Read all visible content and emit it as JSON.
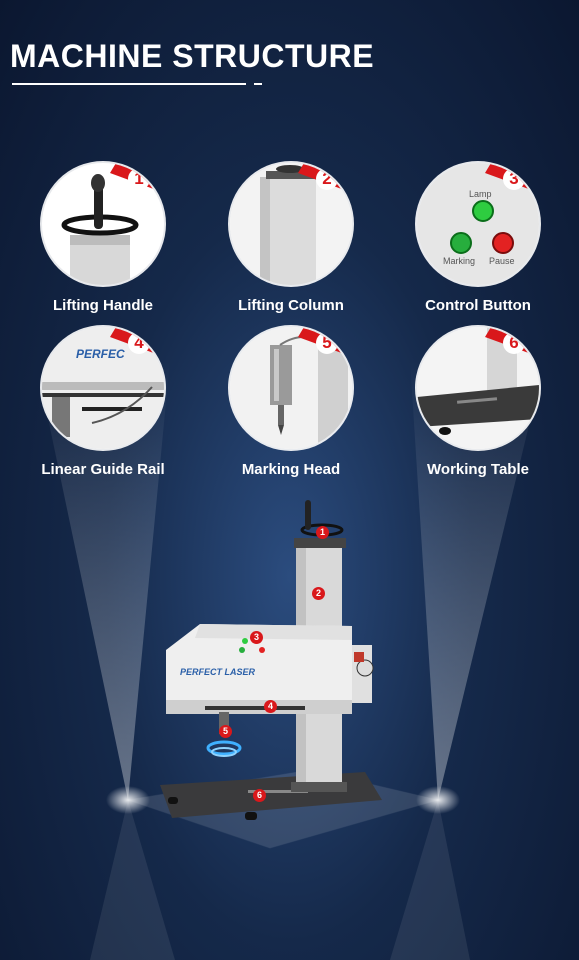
{
  "header": {
    "title": "MACHINE STRUCTURE"
  },
  "items": [
    {
      "number": "1",
      "label": "Lifting Handle"
    },
    {
      "number": "2",
      "label": "Lifting Column"
    },
    {
      "number": "3",
      "label": "Control Button"
    },
    {
      "number": "4",
      "label": "Linear Guide Rail"
    },
    {
      "number": "5",
      "label": "Marking Head"
    },
    {
      "number": "6",
      "label": "Working Table"
    }
  ],
  "control_panel": {
    "lamp": "Lamp",
    "marking": "Marking",
    "pause": "Pause"
  },
  "brand": {
    "short": "PERFEC",
    "full": "PERFECT LASER"
  },
  "machine_markers": [
    "1",
    "2",
    "3",
    "4",
    "5",
    "6"
  ],
  "colors": {
    "accent": "#d9181b",
    "background": "#15294a",
    "text": "#ffffff"
  }
}
